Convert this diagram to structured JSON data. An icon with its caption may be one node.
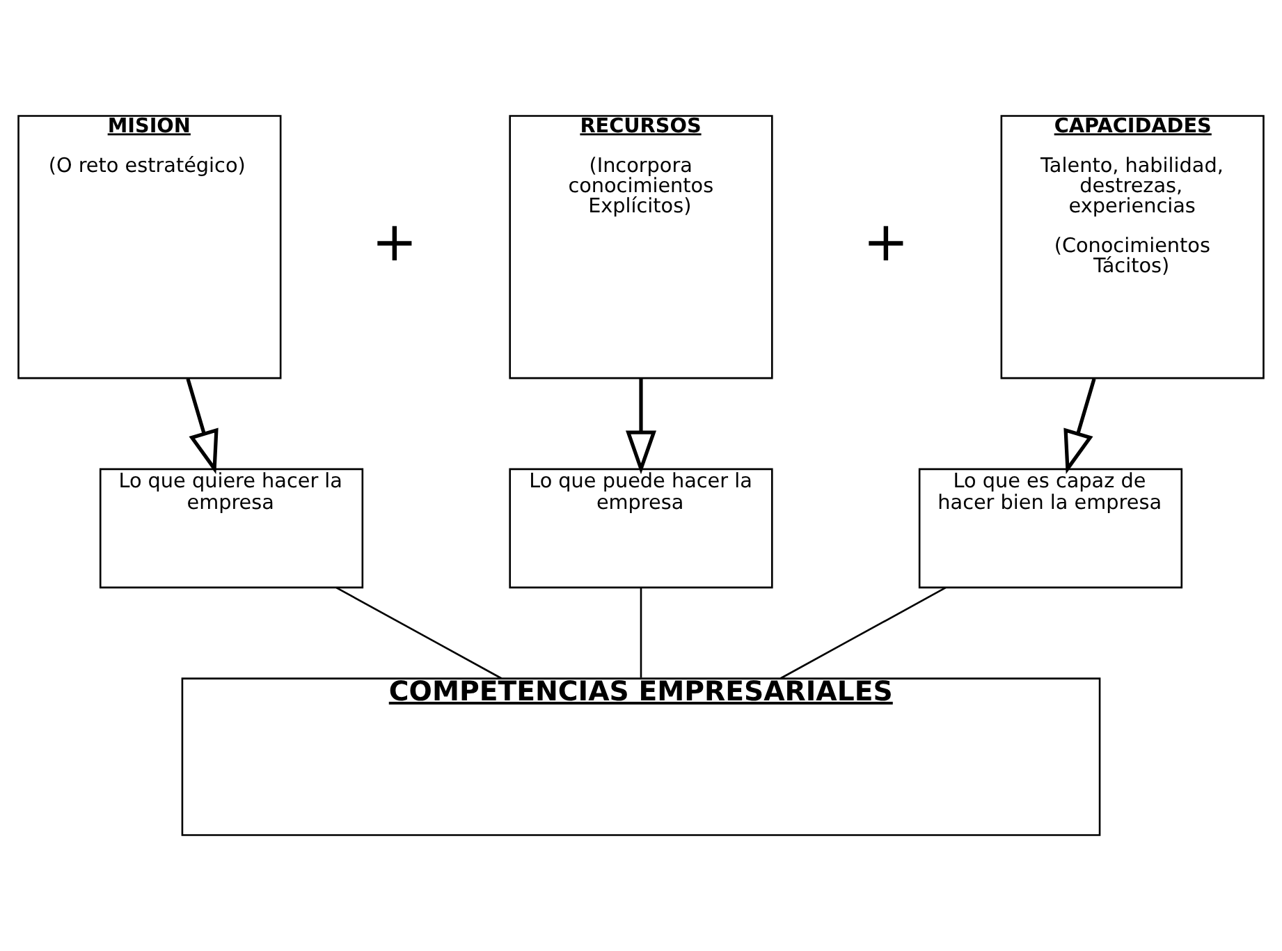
{
  "diagram": {
    "nodes": [
      {
        "text": [
          "MISION",
          "(O reto estratégico)"
        ]
      },
      {
        "text": [
          "RECURSOS",
          "(Incorpora conocimientos Explícitos)"
        ]
      },
      {
        "text": [
          "CAPACIDADES",
          "Talento, habilidad, destrezas, experiencias",
          "(Conocimientos Tácitos)"
        ]
      },
      {
        "text": [
          "Lo que quiere hacer la empresa"
        ]
      },
      {
        "text": [
          "Lo que puede hacer la empresa"
        ]
      },
      {
        "text": [
          "Lo que es capaz de hacer bien la empresa"
        ]
      },
      {
        "text": [
          "COMPETENCIAS EMPRESARIALES"
        ]
      }
    ],
    "edges": [
      {
        "from": 0,
        "to": 3,
        "arrow": "to"
      },
      {
        "from": 1,
        "to": 4,
        "arrow": "to"
      },
      {
        "from": 2,
        "to": 5,
        "arrow": "to"
      },
      {
        "from": 3,
        "to": 6,
        "arrow": "none"
      },
      {
        "from": 4,
        "to": 6,
        "arrow": "none"
      },
      {
        "from": 5,
        "to": 6,
        "arrow": "none"
      }
    ],
    "labels": [
      "+",
      "+"
    ]
  }
}
